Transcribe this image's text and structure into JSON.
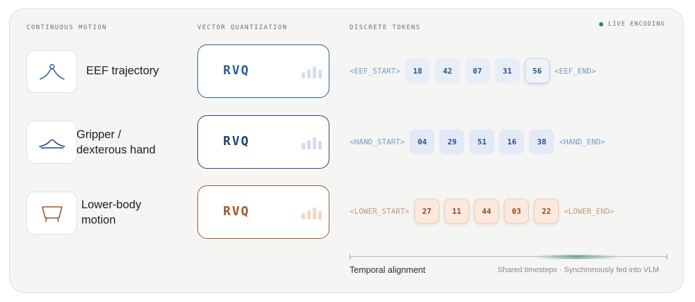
{
  "headers": {
    "continuous": "CONTINUOUS MOTION",
    "vq": "VECTOR QUANTIZATION",
    "discrete": "DISCRETE TOKENS",
    "live": "LIVE ENCODING"
  },
  "rows": [
    {
      "label_lines": [
        "EEF trajectory"
      ],
      "icon": "arc-trajectory-icon",
      "rvq": "RVQ",
      "color": "#2a5fa0",
      "start_tag": "<EEF_START>",
      "tokens": [
        "18",
        "42",
        "07",
        "31",
        "56"
      ],
      "end_tag": "<EEF_END>"
    },
    {
      "label_lines": [
        "Gripper /",
        "dexterous hand"
      ],
      "icon": "gripper-icon",
      "rvq": "RVQ",
      "color": "#23437f",
      "start_tag": "<HAND_START>",
      "tokens": [
        "04",
        "29",
        "51",
        "16",
        "38"
      ],
      "end_tag": "<HAND_END>"
    },
    {
      "label_lines": [
        "Lower-body",
        "motion"
      ],
      "icon": "lower-body-icon",
      "rvq": "RVQ",
      "color": "#a0582b",
      "start_tag": "<LOWER_START>",
      "tokens": [
        "27",
        "11",
        "44",
        "03",
        "22"
      ],
      "end_tag": "<LOWER_END>"
    }
  ],
  "timeline": {
    "label": "Temporal alignment",
    "note": "Shared timesteps · Synchronously fed into VLM"
  },
  "colors": {
    "live_dot": "#2e7d5b",
    "blue": "#2a5fa0",
    "navy": "#23437f",
    "orange": "#a0582b"
  }
}
